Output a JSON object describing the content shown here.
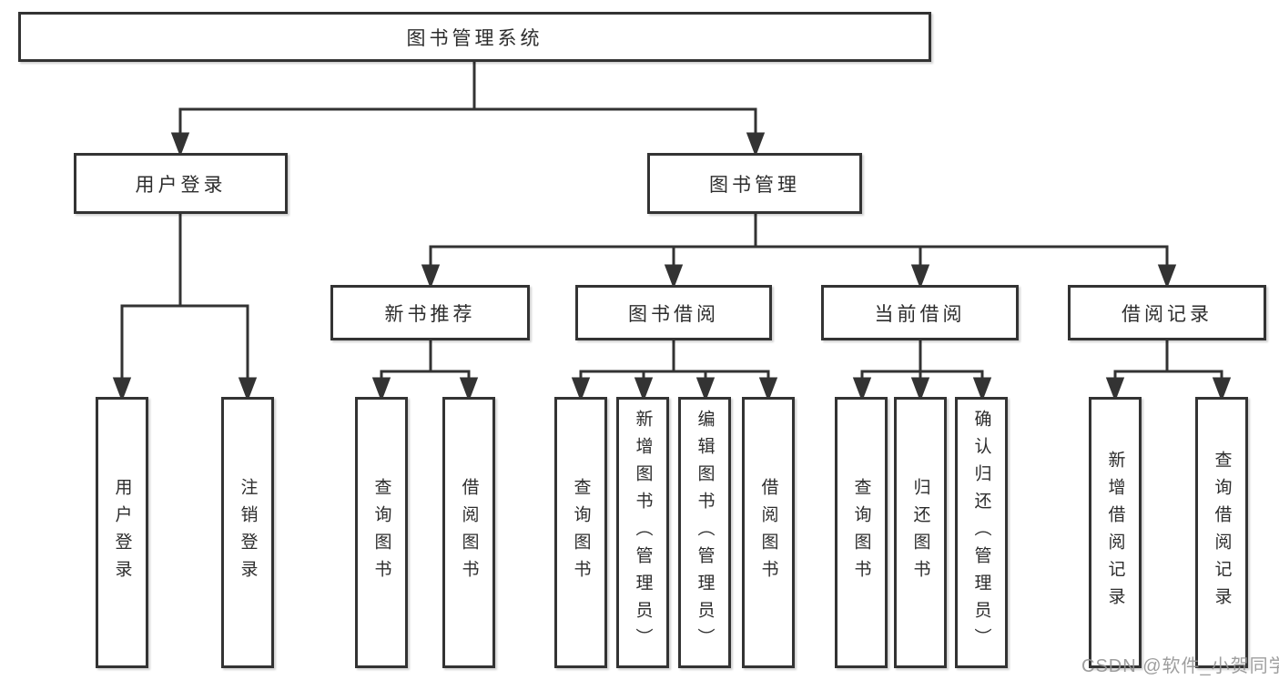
{
  "tree": {
    "root": {
      "label": "图书管理系统"
    },
    "user_login": {
      "label": "用户登录",
      "children": [
        {
          "label": "用户登录"
        },
        {
          "label": "注销登录"
        }
      ]
    },
    "book_mgmt": {
      "label": "图书管理",
      "children": [
        {
          "label": "新书推荐",
          "children": [
            {
              "label": "查询图书"
            },
            {
              "label": "借阅图书"
            }
          ]
        },
        {
          "label": "图书借阅",
          "children": [
            {
              "label": "查询图书"
            },
            {
              "label": "新增图书（管理员）"
            },
            {
              "label": "编辑图书（管理员）"
            },
            {
              "label": "借阅图书"
            }
          ]
        },
        {
          "label": "当前借阅",
          "children": [
            {
              "label": "查询图书"
            },
            {
              "label": "归还图书"
            },
            {
              "label": "确认归还（管理员）"
            }
          ]
        },
        {
          "label": "借阅记录",
          "children": [
            {
              "label": "新增借阅记录"
            },
            {
              "label": "查询借阅记录"
            }
          ]
        }
      ]
    }
  },
  "watermark": "CSDN @软件_小贺同学",
  "colors": {
    "line": "#333333",
    "text": "#2d2d2d",
    "background": "#ffffff",
    "watermark": "#949494"
  }
}
